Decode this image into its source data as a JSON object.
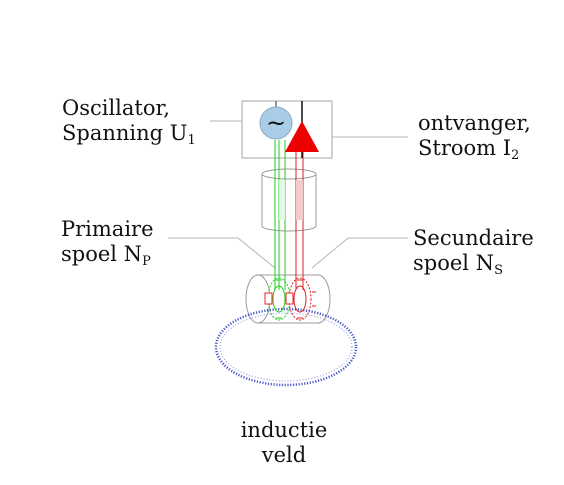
{
  "colors": {
    "primary_coil": "#22cc22",
    "secondary_coil": "#dd2222",
    "triangle": "#ee0000",
    "oscillator_fill": "#a9cde6",
    "field_loop": "#4455cc",
    "outline": "#999999"
  },
  "icons": {
    "oscillator": "sine-wave-icon",
    "receiver": "triangle-amplifier-icon"
  },
  "oscillator_symbol": "~",
  "labels": {
    "oscillator": {
      "line1": "Oscillator,",
      "line2_main": "Spanning U",
      "line2_sub": "1"
    },
    "receiver": {
      "line1": "ontvanger,",
      "line2_main": "Stroom I",
      "line2_sub": "2"
    },
    "primary": {
      "line1": "Primaire",
      "line2_main": "spoel N",
      "line2_sub": "P"
    },
    "secondary": {
      "line1": "Secundaire",
      "line2_main": "spoel N",
      "line2_sub": "S"
    },
    "field": {
      "line1": "inductie",
      "line2": "veld"
    }
  }
}
